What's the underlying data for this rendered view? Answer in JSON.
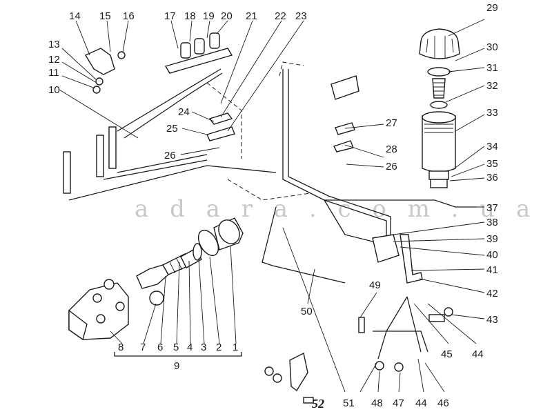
{
  "watermark": "a d a r a . c o m . u a",
  "callouts": {
    "n1": "1",
    "n2": "2",
    "n3": "3",
    "n4": "4",
    "n5": "5",
    "n6": "6",
    "n7": "7",
    "n8": "8",
    "n9": "9",
    "n10": "10",
    "n11": "11",
    "n12": "12",
    "n13": "13",
    "n14": "14",
    "n15": "15",
    "n16": "16",
    "n17": "17",
    "n18": "18",
    "n19": "19",
    "n20": "20",
    "n21": "21",
    "n22": "22",
    "n23": "23",
    "n24": "24",
    "n25": "25",
    "n26a": "26",
    "n26b": "26",
    "n27": "27",
    "n28": "28",
    "n29": "29",
    "n30": "30",
    "n31": "31",
    "n32": "32",
    "n33": "33",
    "n34": "34",
    "n35": "35",
    "n36": "36",
    "n37": "37",
    "n38": "38",
    "n39": "39",
    "n40": "40",
    "n41": "41",
    "n42": "42",
    "n43": "43",
    "n44a": "44",
    "n44b": "44",
    "n45": "45",
    "n46": "46",
    "n47": "47",
    "n48": "48",
    "n49": "49",
    "n50": "50",
    "n51": "51",
    "n52": "52"
  }
}
